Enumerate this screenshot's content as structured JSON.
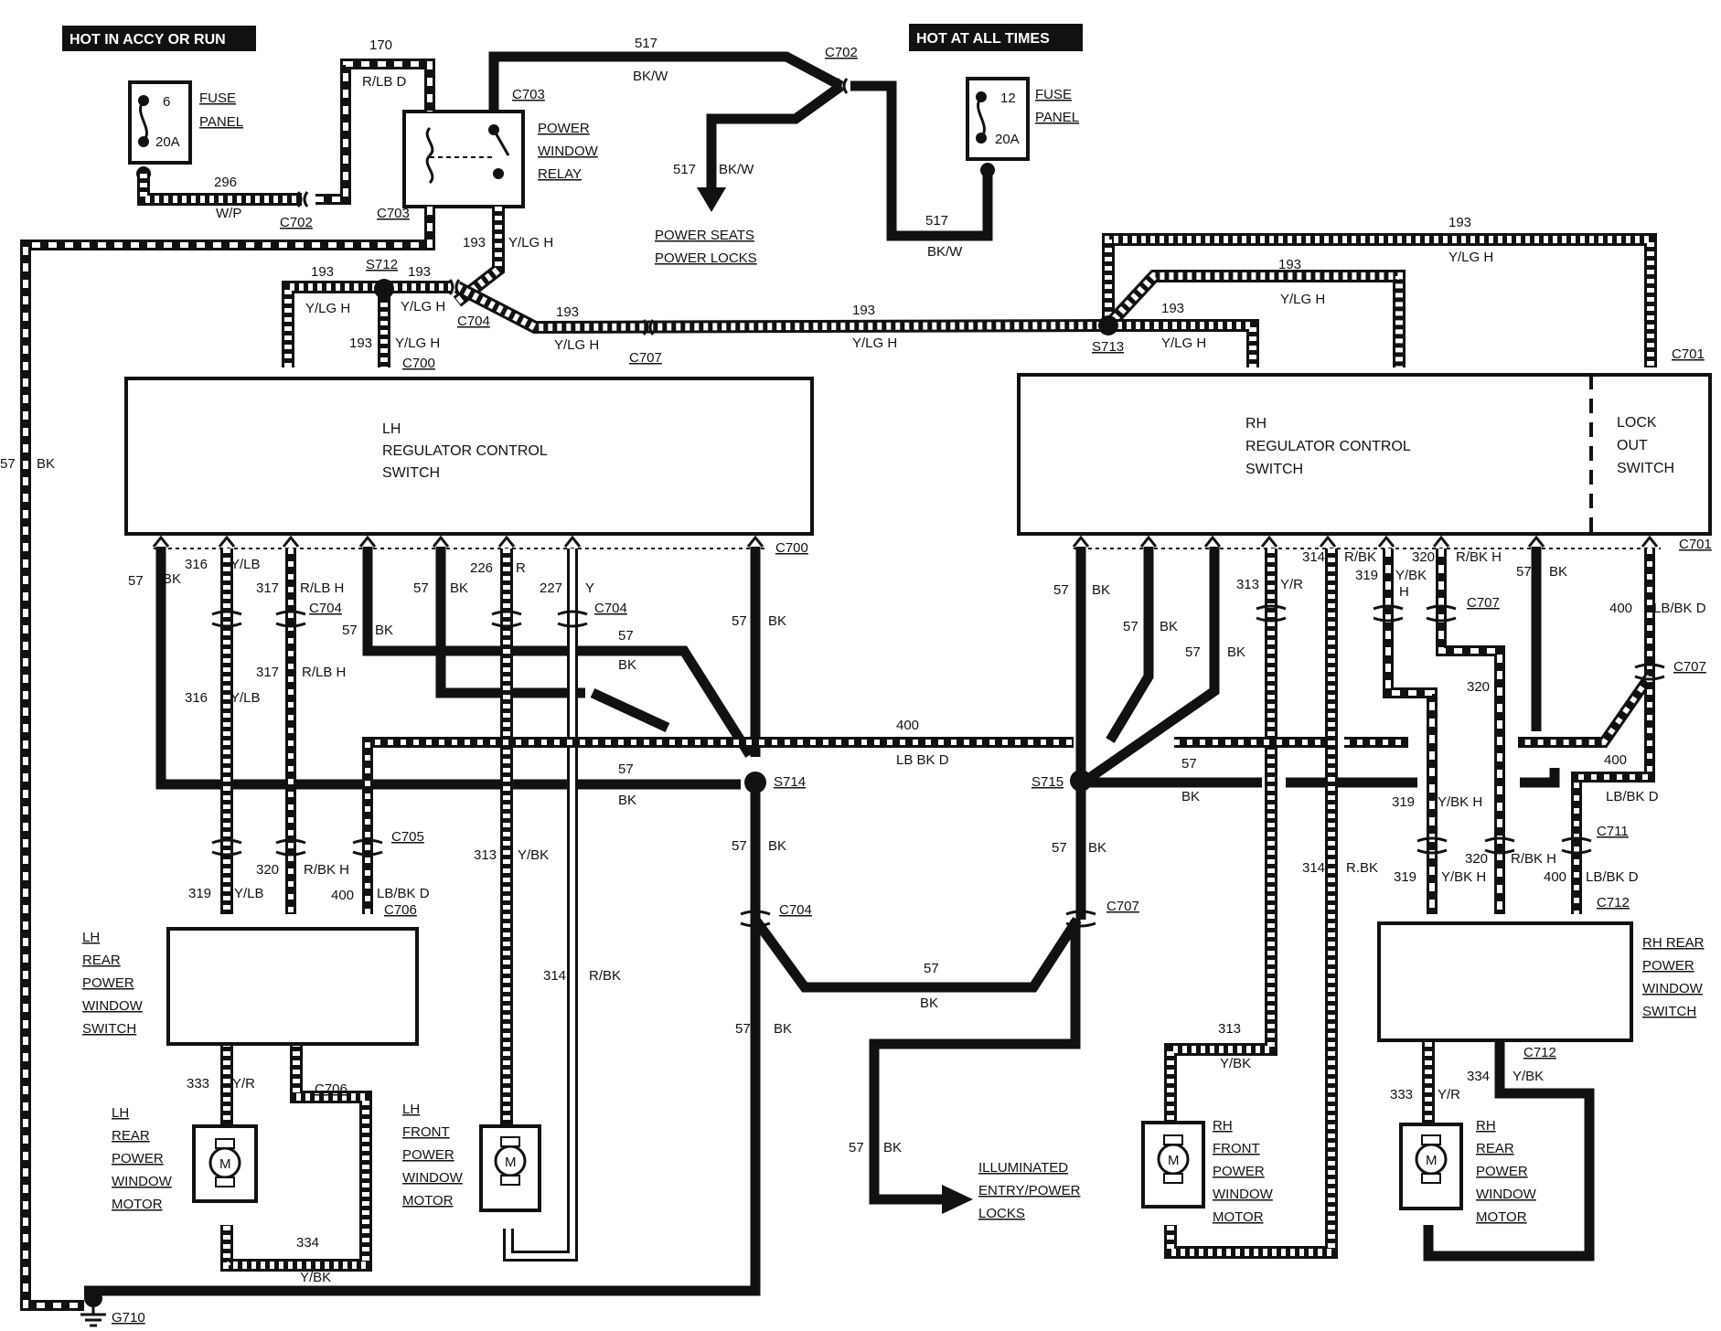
{
  "banners": {
    "left": "HOT IN ACCY OR RUN",
    "right": "HOT AT ALL TIMES"
  },
  "fuse_left": {
    "num": "6",
    "amps": "20A",
    "label1": "FUSE",
    "label2": "PANEL"
  },
  "fuse_right": {
    "num": "12",
    "amps": "20A",
    "label1": "FUSE",
    "label2": "PANEL"
  },
  "relay": {
    "l1": "POWER",
    "l2": "WINDOW",
    "l3": "RELAY"
  },
  "power_seats": {
    "l1": "POWER SEATS",
    "l2": "POWER LOCKS"
  },
  "illum": {
    "l1": "ILLUMINATED",
    "l2": "ENTRY/POWER",
    "l3": "LOCKS"
  },
  "lh_switch": {
    "l1": "LH",
    "l2": "REGULATOR CONTROL",
    "l3": "SWITCH"
  },
  "rh_switch": {
    "l1": "RH",
    "l2": "REGULATOR CONTROL",
    "l3": "SWITCH"
  },
  "lockout": {
    "l1": "LOCK",
    "l2": "OUT",
    "l3": "SWITCH"
  },
  "lh_rear_switch": {
    "l1": "LH",
    "l2": "REAR",
    "l3": "POWER",
    "l4": "WINDOW",
    "l5": "SWITCH"
  },
  "rh_rear_switch": {
    "l1": "RH REAR",
    "l2": "POWER",
    "l3": "WINDOW",
    "l4": "SWITCH"
  },
  "lh_rear_motor": {
    "l1": "LH",
    "l2": "REAR",
    "l3": "POWER",
    "l4": "WINDOW",
    "l5": "MOTOR",
    "m": "M"
  },
  "lh_front_motor": {
    "l1": "LH",
    "l2": "FRONT",
    "l3": "POWER",
    "l4": "WINDOW",
    "l5": "MOTOR",
    "m": "M"
  },
  "rh_front_motor": {
    "l1": "RH",
    "l2": "FRONT",
    "l3": "POWER",
    "l4": "WINDOW",
    "l5": "MOTOR",
    "m": "M"
  },
  "rh_rear_motor": {
    "l1": "RH",
    "l2": "REAR",
    "l3": "POWER",
    "l4": "WINDOW",
    "l5": "MOTOR",
    "m": "M"
  },
  "ground": "G710",
  "connectors": {
    "c700a": "C700",
    "c700b": "C700",
    "c701a": "C701",
    "c701b": "C701",
    "c702a": "C702",
    "c702b": "C702",
    "c703a": "C703",
    "c703b": "C703",
    "c704a": "C704",
    "c704b": "C704",
    "c704c": "C704",
    "c704d": "C704",
    "c705": "C705",
    "c706a": "C706",
    "c706b": "C706",
    "c707a": "C707",
    "c707b": "C707",
    "c707c": "C707",
    "c707d": "C707",
    "c711": "C711",
    "c712a": "C712",
    "c712b": "C712",
    "s712": "S712",
    "s713": "S713",
    "s714": "S714",
    "s715": "S715"
  },
  "wires": {
    "w170": "170",
    "w170c": "R/LB D",
    "w296": "296",
    "w296c": "W/P",
    "w517a": "517",
    "w517ac": "BK/W",
    "w517b": "517",
    "w517bc": "BK/W",
    "w517c": "517",
    "w517cc": "BK/W",
    "w193": "193",
    "w193c": "Y/LG H",
    "w57": "57",
    "w57c": "BK",
    "w316": "316",
    "w316c": "Y/LB",
    "w317": "317",
    "w317c": "R/LB H",
    "w226": "226",
    "w226c": "R",
    "w227": "227",
    "w227c": "Y",
    "w400": "400",
    "w400c": "LB BK D",
    "w400c2": "LB/BK D",
    "w319": "319",
    "w319c": "Y/LB",
    "w319c2": "Y/BK H",
    "w319c3": "Y/BK",
    "w319h": "H",
    "w320": "320",
    "w320c": "R/BK H",
    "w313": "313",
    "w313c": "Y/BK",
    "w313c2": "Y/R",
    "w314": "314",
    "w314c": "R/BK",
    "w314c2": "R.BK",
    "w333": "333",
    "w333c": "Y/R",
    "w334": "334",
    "w334c": "Y/BK"
  }
}
